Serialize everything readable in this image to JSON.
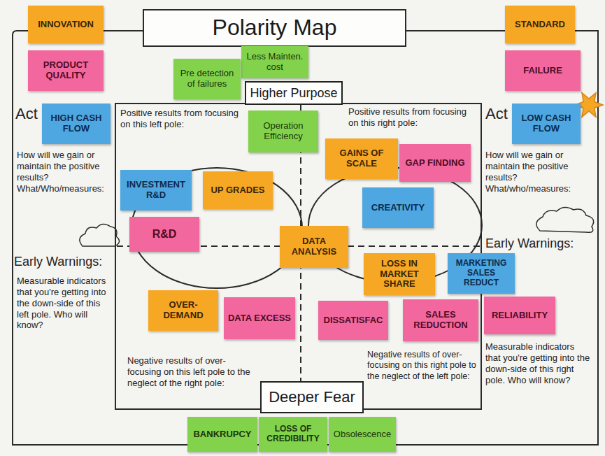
{
  "diagram": {
    "title": "Polarity Map",
    "nodes": [
      {
        "text": [
          "INNOVATION"
        ]
      },
      {
        "text": [
          "STANDARD"
        ]
      },
      {
        "text": [
          "Less Mainten. cost"
        ]
      },
      {
        "text": [
          "PRODUCT QUALITY"
        ]
      },
      {
        "text": [
          "FAILURE"
        ]
      },
      {
        "text": [
          "Pre detection of failures"
        ]
      },
      {
        "text": [
          "Higher Purpose"
        ]
      },
      {
        "text": [
          "HIGH CASH FLOW"
        ]
      },
      {
        "text": [
          "LOW CASH FLOW"
        ]
      },
      {
        "text": [
          "Operation Efficiency"
        ]
      },
      {
        "text": [
          "GAINS OF SCALE"
        ]
      },
      {
        "text": [
          "GAP FINDING"
        ]
      },
      {
        "text": [
          "INVESTMENT R&D"
        ]
      },
      {
        "text": [
          "UP GRADES"
        ]
      },
      {
        "text": [
          "CREATIVITY"
        ]
      },
      {
        "text": [
          "R&D"
        ]
      },
      {
        "text": [
          "DATA ANALYSIS"
        ]
      },
      {
        "text": [
          "LOSS IN MARKET SHARE"
        ]
      },
      {
        "text": [
          "MARKETING SALES REDUCT"
        ]
      },
      {
        "text": [
          "OVER-DEMAND"
        ]
      },
      {
        "text": [
          "DATA EXCESS"
        ]
      },
      {
        "text": [
          "DISSATISFAC"
        ]
      },
      {
        "text": [
          "SALES REDUCTION"
        ]
      },
      {
        "text": [
          "RELIABILITY"
        ]
      },
      {
        "text": [
          "Deeper Fear"
        ]
      },
      {
        "text": [
          "BANKRUPCY"
        ]
      },
      {
        "text": [
          "LOSS OF CREDIBILITY"
        ]
      },
      {
        "text": [
          "Obsolescence"
        ]
      }
    ],
    "labels": [
      "Act",
      "Positive results from focusing on this left pole:",
      "Positive results from focusing on this right pole:",
      "Act",
      "How will we gain or maintain the positive results? What/Who/measures:",
      "How will we gain or maintain the positive results? What/who/measures:",
      "Early Warnings:",
      "Early Warnings:",
      "Measurable indicators that you're getting into the down-side of this left pole. Who will know?",
      "Measurable indicators that you're getting into the down-side of this right pole. Who will know?",
      "Negative results of over-focusing on this left pole to the neglect of the right pole:",
      "Negative results of over-focusing on this right pole to the neglect of the left pole:"
    ]
  }
}
